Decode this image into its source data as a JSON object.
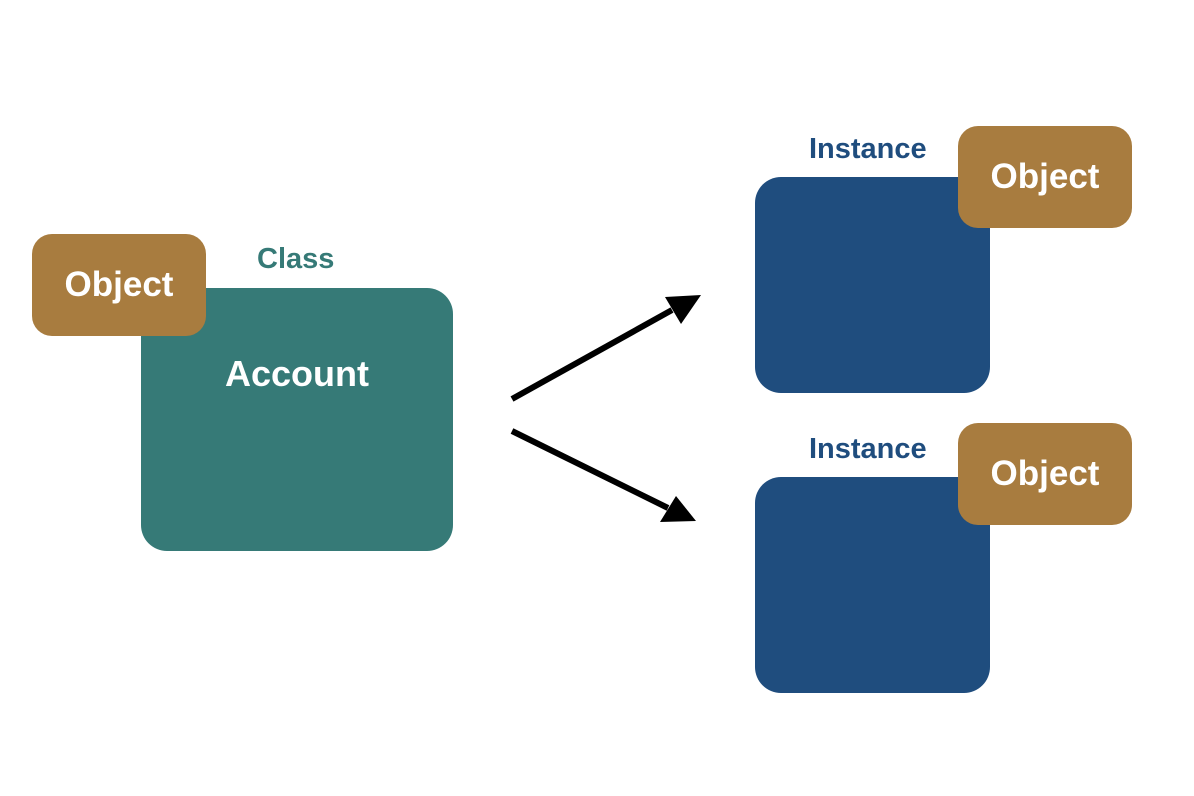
{
  "class_block": {
    "caption": "Class",
    "name": "Account",
    "tag": "Object"
  },
  "instances": [
    {
      "caption": "Instance",
      "tag": "Object"
    },
    {
      "caption": "Instance",
      "tag": "Object"
    }
  ],
  "colors": {
    "class_box": "#367a77",
    "instance_box": "#1f4d7e",
    "object_tag": "#a87c3f",
    "arrow": "#000000"
  }
}
